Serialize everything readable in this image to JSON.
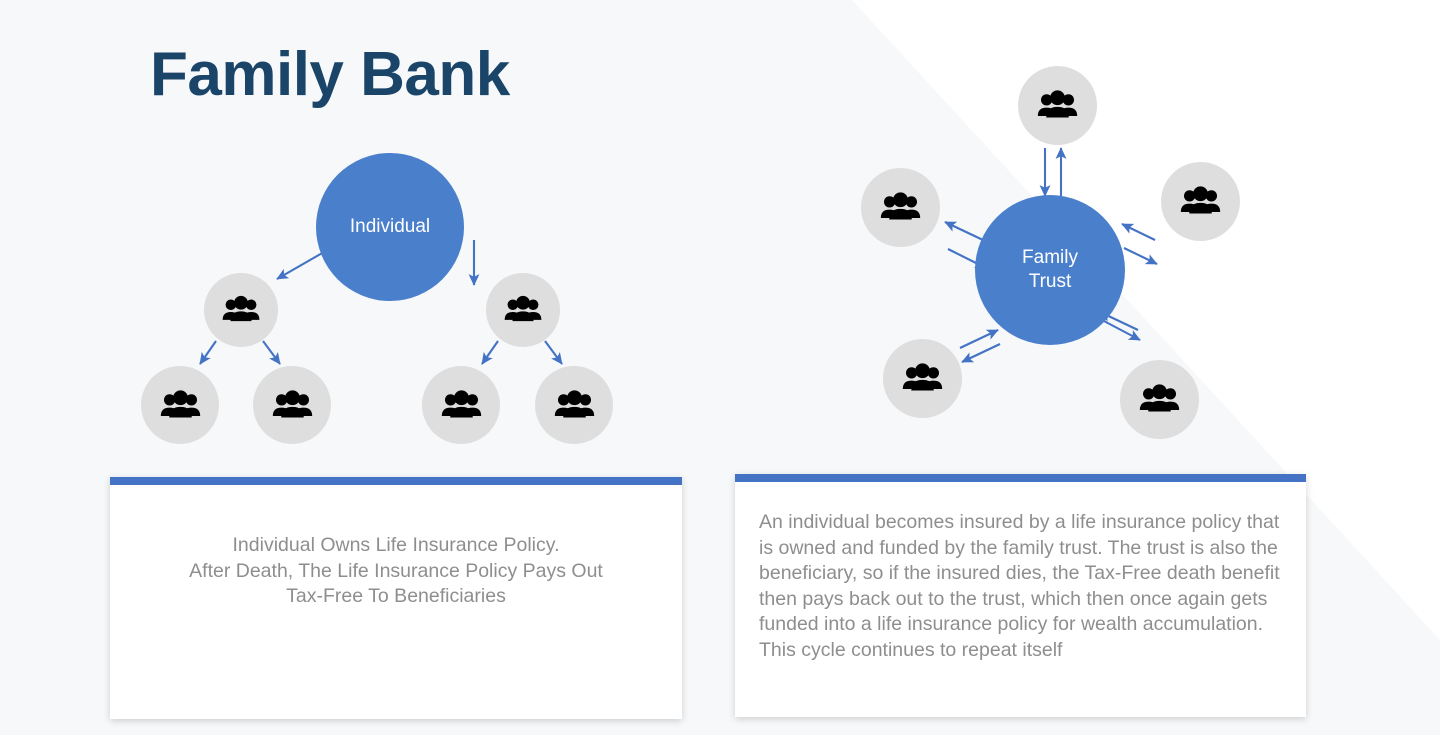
{
  "page": {
    "title": "Family Bank",
    "background_color": "#f6f8fa",
    "accent_blue": "#4472c4",
    "hub_blue": "#4a7fcc",
    "title_color": "#1b4469",
    "node_gray": "#dedede",
    "body_text_color": "#8e8e8e"
  },
  "left_diagram": {
    "name": "individual-owned-policy-tree",
    "hub_label": "Individual",
    "people_icon_name": "people-group-icon",
    "nodes": [
      {
        "id": "ind-child-1",
        "label": ""
      },
      {
        "id": "ind-child-2",
        "label": ""
      },
      {
        "id": "ind-gchild-1",
        "label": ""
      },
      {
        "id": "ind-gchild-2",
        "label": ""
      },
      {
        "id": "ind-gchild-3",
        "label": ""
      },
      {
        "id": "ind-gchild-4",
        "label": ""
      }
    ]
  },
  "right_diagram": {
    "name": "family-trust-hub-spoke",
    "hub_label_line1": "Family",
    "hub_label_line2": "Trust",
    "people_icon_name": "people-group-icon",
    "nodes": [
      {
        "id": "trust-top",
        "label": ""
      },
      {
        "id": "trust-left",
        "label": ""
      },
      {
        "id": "trust-right",
        "label": ""
      },
      {
        "id": "trust-bottom-left",
        "label": ""
      },
      {
        "id": "trust-bottom-right",
        "label": ""
      }
    ]
  },
  "cards": {
    "left": {
      "text": "Individual Owns Life Insurance Policy.\nAfter Death, The Life Insurance Policy Pays Out\nTax-Free To Beneficiaries"
    },
    "right": {
      "text": "An individual becomes insured by a life insurance policy that is owned and funded by the family trust. The trust is also the beneficiary, so if the insured dies, the Tax-Free death benefit then pays back out to the trust, which then once again gets funded into a life insurance policy for wealth accumulation. This cycle continues to repeat itself"
    }
  }
}
